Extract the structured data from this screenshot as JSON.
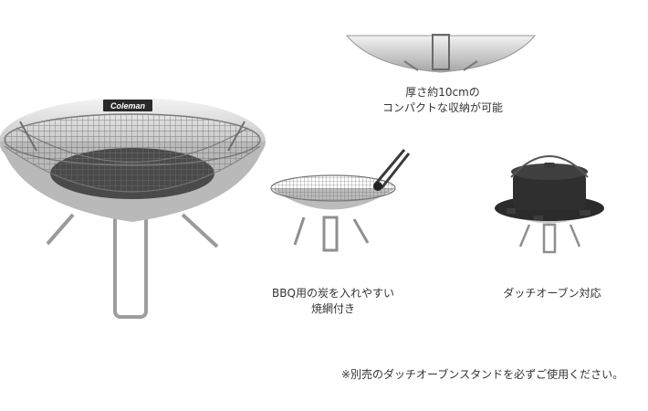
{
  "brand": {
    "logo_text": "Coleman"
  },
  "captions": {
    "compact": {
      "line1": "厚さ約10cmの",
      "line2": "コンパクトな収納が可能"
    },
    "bbq": {
      "line1": "BBQ用の炭を入れやすい",
      "line2": "焼網付き"
    },
    "dutch_oven": {
      "line1": "ダッチオーブン対応"
    }
  },
  "footnote": "※別売のダッチオーブンスタンドを必ずご使用ください。"
}
